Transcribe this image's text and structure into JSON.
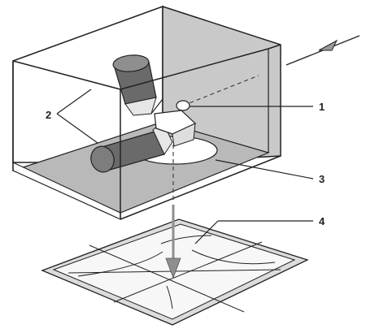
{
  "diagram": {
    "callouts": [
      {
        "id": "1",
        "text": "1"
      },
      {
        "id": "2",
        "text": "2"
      },
      {
        "id": "3",
        "text": "3"
      },
      {
        "id": "4",
        "text": "4"
      }
    ],
    "colors": {
      "line": "#222222",
      "shade": "#c9c9c9",
      "floor": "#b9b9b9",
      "cylinder": "#6a6a6a",
      "cylinder_top": "#8f8f8f",
      "sheet": "#f2f2f2",
      "arrow": "#9a9a9a"
    }
  }
}
